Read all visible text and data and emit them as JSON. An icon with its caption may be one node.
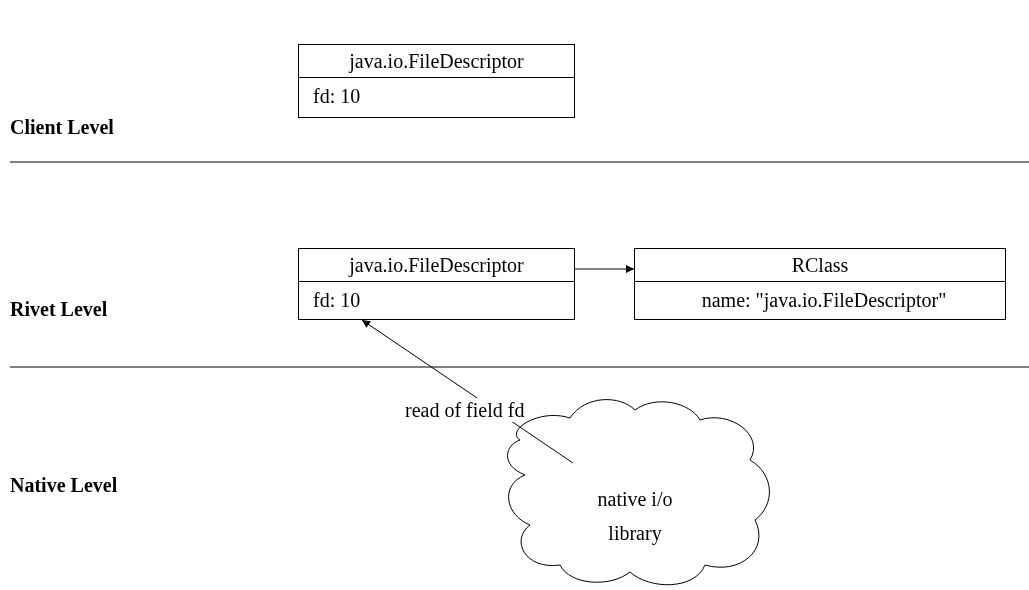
{
  "diagram": {
    "nodes": [
      {
        "text": [
          "java.io.FileDescriptor",
          "fd: 10"
        ]
      },
      {
        "text": [
          "java.io.FileDescriptor",
          "fd: 10"
        ]
      },
      {
        "text": [
          "RClass",
          "name: \"java.io.FileDescriptor\""
        ]
      },
      {
        "text": [
          "native i/o library"
        ]
      }
    ],
    "edges": [
      {
        "from": 1,
        "to": 2,
        "arrow": "to"
      },
      {
        "from": 3,
        "to": 1,
        "arrow": "to",
        "label": "read of field fd"
      }
    ],
    "labels": [
      "Client Level",
      "Rivet Level",
      "Native Level"
    ]
  }
}
